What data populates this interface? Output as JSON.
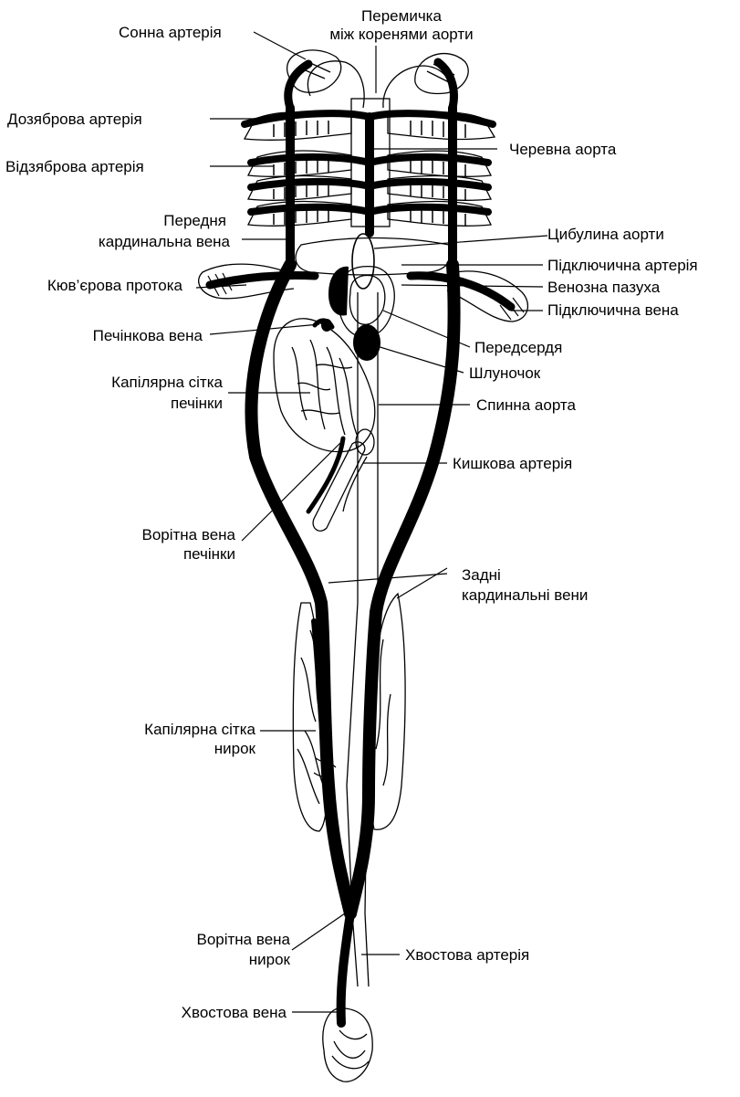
{
  "labels": {
    "sonna_arteriia": "Сонна артерія",
    "peremychka_1": "Перемичка",
    "peremychka_2": "між коренями аорти",
    "dozyabrova": "Дозяброва артерія",
    "cherevna_aorta": "Черевна аорта",
    "vidzyabrova": "Відзяброва артерія",
    "perednia_1": "Передня",
    "perednia_2": "кардинальна вена",
    "tsybulyna": "Цибулина аорти",
    "pidkliuchychna_arteriia": "Підключична артерія",
    "kiuvierova": "Кюв’єрова протока",
    "venozna_pazukha": "Венозна пазуха",
    "pidkliuchychna_vena": "Підключична вена",
    "pechinkova_vena": "Печінкова вена",
    "peredserdia": "Передсердя",
    "shlunochok": "Шлуночок",
    "kapil_pechinky_1": "Капілярна сітка",
    "kapil_pechinky_2": "печінки",
    "spynna_aorta": "Спинна аорта",
    "kyshkova": "Кишкова артерія",
    "vorotna_pechinky_1": "Ворітна вена",
    "vorotna_pechinky_2": "печінки",
    "zadni_1": "Задні",
    "zadni_2": "кардинальні вени",
    "kapil_nyrok_1": "Капілярна сітка",
    "kapil_nyrok_2": "нирок",
    "vorotna_nyrok_1": "Ворітна вена",
    "vorotna_nyrok_2": "нирок",
    "khvostova_arteriia": "Хвостова артерія",
    "khvostova_vena": "Хвостова вена"
  }
}
